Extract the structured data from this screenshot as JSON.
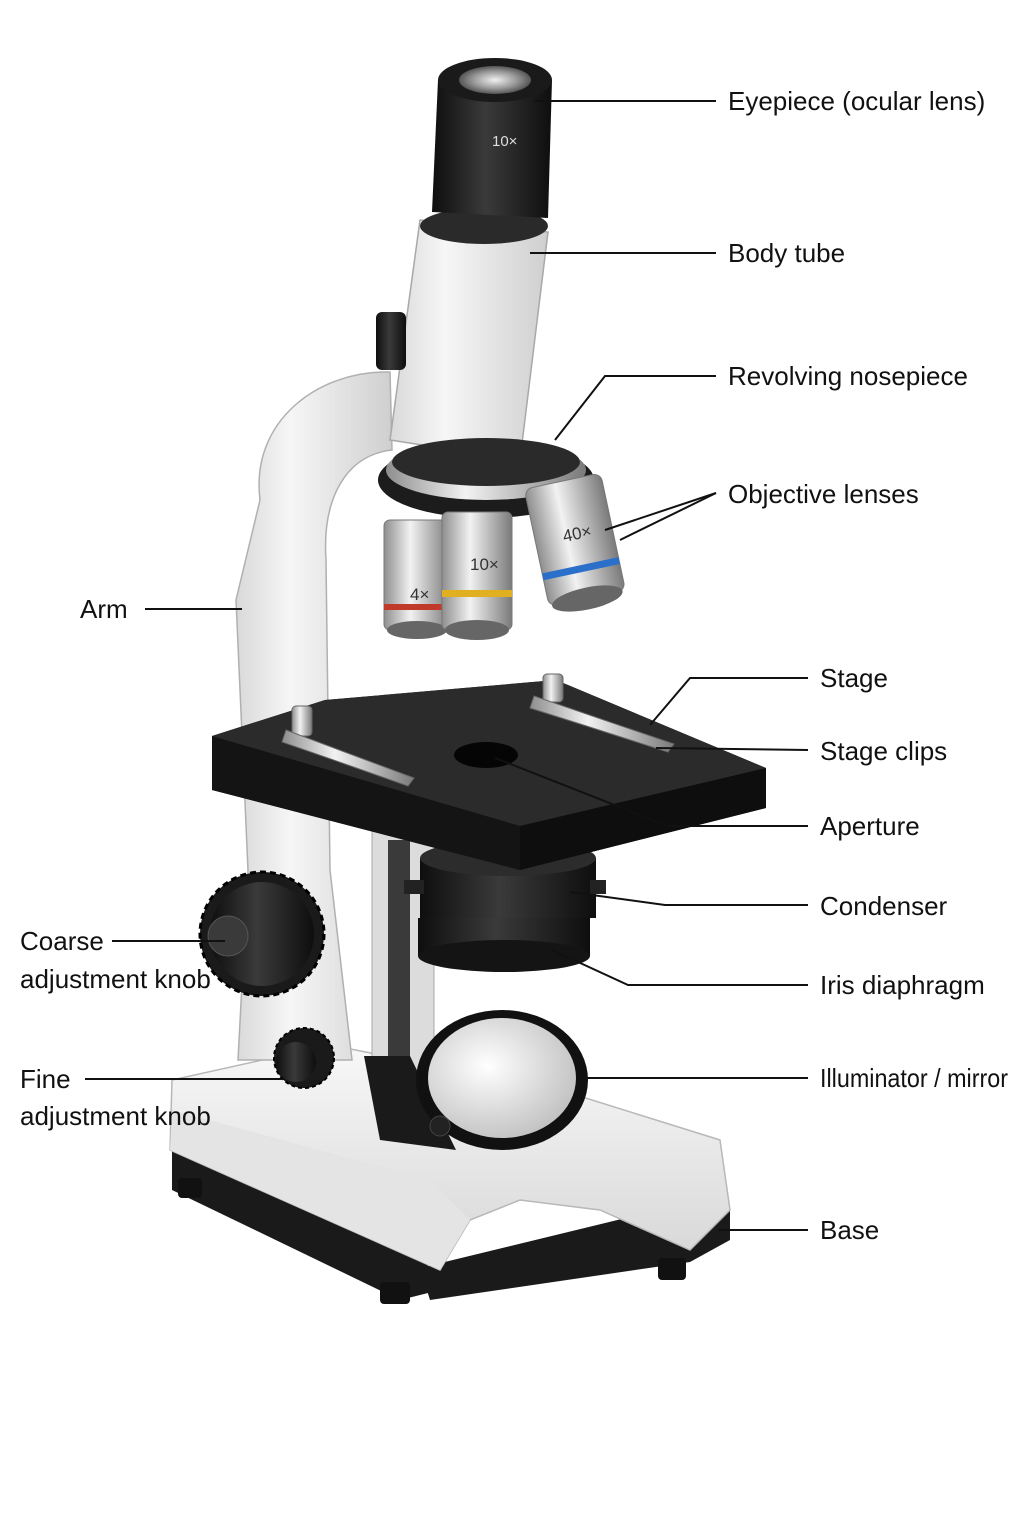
{
  "labels": {
    "eyepiece": "Eyepiece (ocular lens)",
    "body_tube": "Body tube",
    "nosepiece": "Revolving nosepiece",
    "objectives": "Objective lenses",
    "arm": "Arm",
    "stage": "Stage",
    "stage_clips": "Stage clips",
    "aperture": "Aperture",
    "condenser": "Condenser",
    "iris": "Iris diaphragm",
    "coarse_line1": "Coarse",
    "coarse_line2": "adjustment knob",
    "fine_line1": "Fine",
    "fine_line2": "adjustment knob",
    "illuminator": "Illuminator / mirror",
    "base": "Base"
  },
  "markings": {
    "eyepiece": "10×",
    "objective_low": "4×",
    "objective_mid": "10×",
    "objective_high": "40×"
  },
  "colors": {
    "body_white": "#eeeeee",
    "black_parts": "#1c1c1c",
    "metal": "#c8c8c8",
    "band_red": "#c0392b",
    "band_yellow": "#e0b020",
    "band_blue": "#2a6fc9",
    "ink": "#111111"
  }
}
